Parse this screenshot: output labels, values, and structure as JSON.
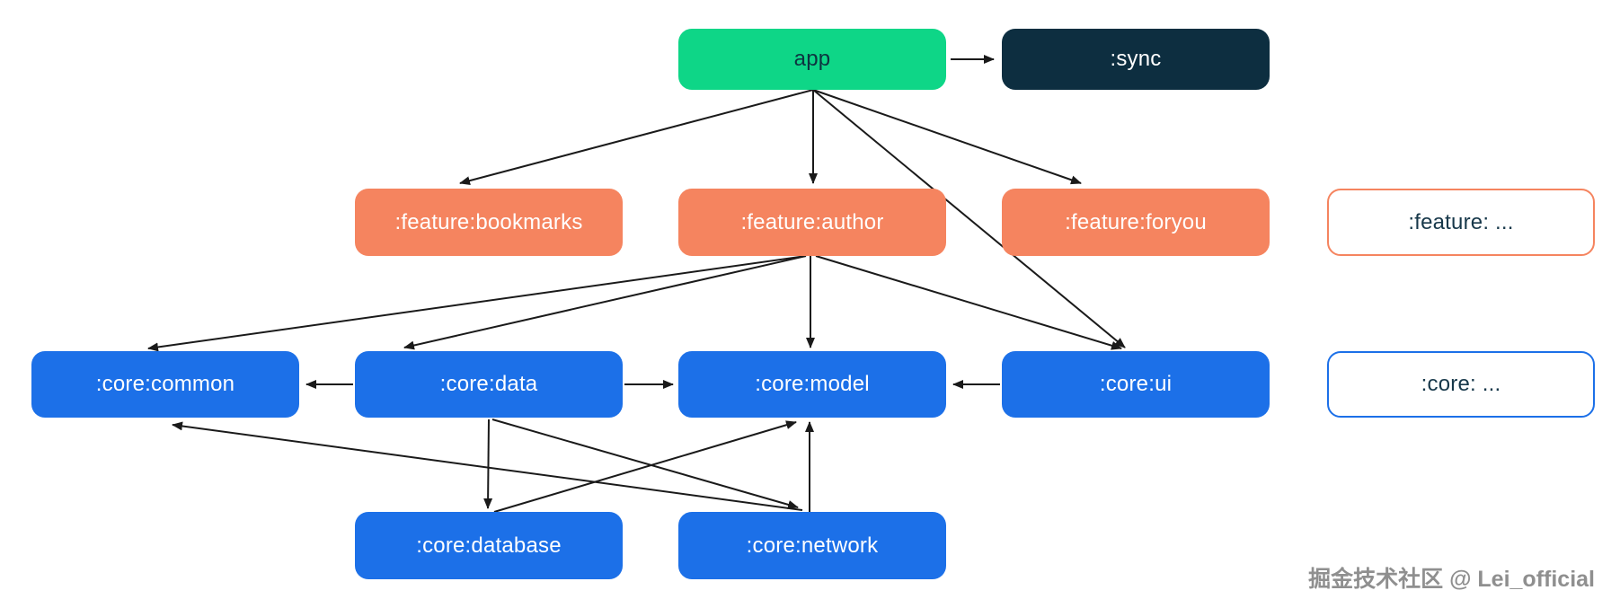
{
  "diagram": {
    "type": "module-dependency-graph",
    "nodes": {
      "app": {
        "label": "app",
        "style": "green-solid"
      },
      "sync": {
        "label": ":sync",
        "style": "navy-solid"
      },
      "feature_bookmarks": {
        "label": ":feature:bookmarks",
        "style": "coral-solid"
      },
      "feature_author": {
        "label": ":feature:author",
        "style": "coral-solid"
      },
      "feature_foryou": {
        "label": ":feature:foryou",
        "style": "coral-solid"
      },
      "feature_more": {
        "label": ":feature: ...",
        "style": "coral-outline"
      },
      "core_common": {
        "label": ":core:common",
        "style": "blue-solid"
      },
      "core_data": {
        "label": ":core:data",
        "style": "blue-solid"
      },
      "core_model": {
        "label": ":core:model",
        "style": "blue-solid"
      },
      "core_ui": {
        "label": ":core:ui",
        "style": "blue-solid"
      },
      "core_more": {
        "label": ":core: ...",
        "style": "blue-outline"
      },
      "core_database": {
        "label": ":core:database",
        "style": "blue-solid"
      },
      "core_network": {
        "label": ":core:network",
        "style": "blue-solid"
      }
    },
    "edges": [
      {
        "from": "app",
        "to": ":sync"
      },
      {
        "from": "app",
        "to": ":feature:bookmarks"
      },
      {
        "from": "app",
        "to": ":feature:author"
      },
      {
        "from": "app",
        "to": ":feature:foryou"
      },
      {
        "from": "app",
        "to": ":core:ui"
      },
      {
        "from": ":feature:author",
        "to": ":core:common"
      },
      {
        "from": ":feature:author",
        "to": ":core:data"
      },
      {
        "from": ":feature:author",
        "to": ":core:model"
      },
      {
        "from": ":feature:author",
        "to": ":core:ui"
      },
      {
        "from": ":core:data",
        "to": ":core:common"
      },
      {
        "from": ":core:data",
        "to": ":core:model"
      },
      {
        "from": ":core:ui",
        "to": ":core:model"
      },
      {
        "from": ":core:data",
        "to": ":core:database"
      },
      {
        "from": ":core:data",
        "to": ":core:network"
      },
      {
        "from": ":core:database",
        "to": ":core:model"
      },
      {
        "from": ":core:network",
        "to": ":core:model"
      },
      {
        "from": ":core:network",
        "to": ":core:common"
      }
    ]
  },
  "colors": {
    "app_green": "#0ed687",
    "sync_navy": "#0d2e40",
    "feature_coral": "#f5845f",
    "core_blue": "#1c70e8",
    "edge_black": "#1a1a1a"
  },
  "watermark": {
    "text": "掘金技术社区 @ Lei_official"
  }
}
